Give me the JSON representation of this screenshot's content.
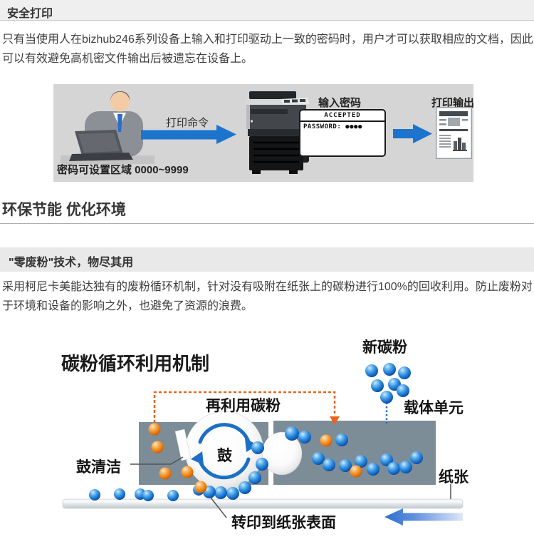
{
  "section1": {
    "title": "安全打印",
    "paragraph_line1": "只有当使用人在bizhub246系列设备上输入和打印驱动上一致的密码时，用户才可以获取相应的文档，因此",
    "paragraph_line2": "可以有效避免高机密文件输出后被遗忘在设备上。",
    "diagram": {
      "print_command_label": "打印命令",
      "enter_password_label": "输入密码",
      "screen_line1": "ACCEPTED",
      "screen_line2": "PASSWORD: ●●●●",
      "print_output_label": "打印输出",
      "caption": "密码可设置区域 0000~9999"
    }
  },
  "section2": {
    "title": "环保节能 优化环境",
    "subtitle": "\"零废粉\"技术，物尽其用",
    "paragraph_line1": "采用柯尼卡美能达独有的废粉循环机制，针对没有吸附在纸张上的碳粉进行100%的回收利用。防止废粉对",
    "paragraph_line2": "于环境和设备的影响之外，也避免了资源的浪费。",
    "diagram": {
      "title": "碳粉循环利用机制",
      "new_toner_label": "新碳粉",
      "carrier_unit_label": "载体单元",
      "reused_toner_label": "再利用碳粉",
      "drum_label": "鼓",
      "drum_cleaning_label": "鼓清洁",
      "paper_label": "纸张",
      "transfer_label": "转印到纸张表面",
      "colors": {
        "accent_blue_arrow": "#1c74cc",
        "toner_blue": "#1f7ad2",
        "toner_orange": "#ef8a16",
        "recycle_dash_orange": "#e8631d",
        "unit_box_gray": "#7d8d98"
      },
      "blue_balls": [
        [
          522,
          60,
          9
        ],
        [
          547,
          58,
          9
        ],
        [
          568,
          63,
          9
        ],
        [
          530,
          81,
          9
        ],
        [
          554,
          79,
          9
        ],
        [
          566,
          88,
          9
        ],
        [
          543,
          97,
          9
        ],
        [
          410,
          148,
          10
        ],
        [
          428,
          153,
          9
        ],
        [
          480,
          157,
          9
        ],
        [
          447,
          183,
          9
        ],
        [
          462,
          192,
          9
        ],
        [
          485,
          193,
          9
        ],
        [
          507,
          187,
          9
        ],
        [
          524,
          198,
          9
        ],
        [
          543,
          185,
          9
        ],
        [
          553,
          197,
          9
        ],
        [
          570,
          195,
          9
        ],
        [
          585,
          182,
          9
        ],
        [
          362,
          168,
          9
        ],
        [
          368,
          191,
          9
        ],
        [
          358,
          210,
          9
        ],
        [
          344,
          224,
          9
        ],
        [
          327,
          232,
          9
        ],
        [
          310,
          231,
          9
        ],
        [
          294,
          230,
          9
        ],
        [
          279,
          227,
          8
        ],
        [
          133,
          234,
          8
        ],
        [
          168,
          233,
          8
        ],
        [
          197,
          233,
          8
        ],
        [
          208,
          235,
          8
        ],
        [
          243,
          235,
          8
        ]
      ],
      "orange_balls": [
        [
          217,
          142,
          8.5
        ],
        [
          221,
          167,
          8.5
        ],
        [
          232,
          204,
          8.5
        ],
        [
          263,
          202,
          8.5
        ],
        [
          282,
          223,
          8.5
        ],
        [
          458,
          158,
          8.5
        ],
        [
          500,
          201,
          8.5
        ]
      ]
    }
  }
}
